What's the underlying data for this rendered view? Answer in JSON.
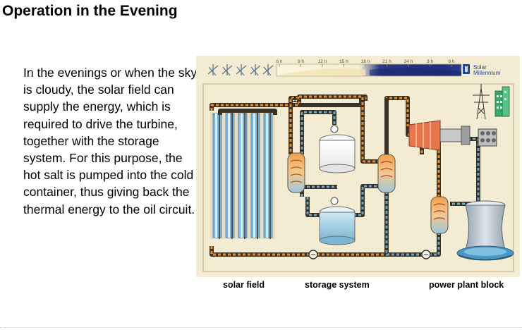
{
  "slide": {
    "title": "Operation in the Evening",
    "body": "In the evenings or when the sky is cloudy, the solar field can supply the energy, which is required to drive the turbine, together with the storage system. For this purpose, the hot salt is pumped into the cold container, thus giving back the thermal energy to the oil circuit."
  },
  "diagram": {
    "timeline_labels": [
      "6 h",
      "9 h",
      "12 h",
      "15 h",
      "18 h",
      "21 h",
      "24 h",
      "3 h",
      "6 h"
    ],
    "logo_line1": "Solar",
    "logo_line2": "Millennium",
    "captions": {
      "solar_field": "solar field",
      "storage_system": "storage system",
      "power_plant_block": "power plant block"
    },
    "colors": {
      "background": "#f4ecd2",
      "hot_pipe": "#e8892a",
      "cold_pipe": "#6aa7c4",
      "pipe_casing": "#3b3226",
      "night_band": "#1f2f7a",
      "mirror": "#7fb7da"
    }
  }
}
